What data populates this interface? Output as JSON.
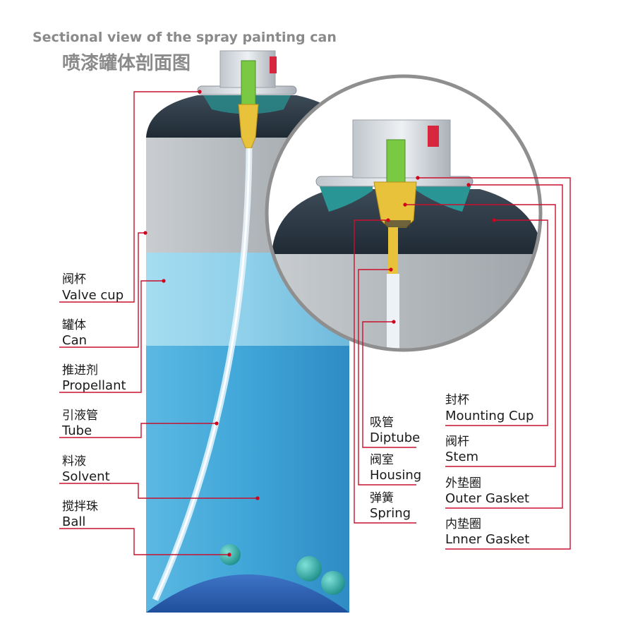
{
  "title": {
    "en": "Sectional view of the spray painting can",
    "cn": "喷漆罐体剖面图"
  },
  "labels_left": [
    {
      "cn": "阀杯",
      "en": "Valve cup"
    },
    {
      "cn": "罐体",
      "en": "Can"
    },
    {
      "cn": "推进剂",
      "en": "Propellant"
    },
    {
      "cn": "引液管",
      "en": "Tube"
    },
    {
      "cn": "料液",
      "en": "Solvent"
    },
    {
      "cn": "搅拌珠",
      "en": "Ball"
    }
  ],
  "labels_mid": [
    {
      "cn": "吸管",
      "en": "Diptube"
    },
    {
      "cn": "阀室",
      "en": "Housing"
    },
    {
      "cn": "弹簧",
      "en": "Spring"
    }
  ],
  "labels_right": [
    {
      "cn": "封杯",
      "en": "Mounting Cup"
    },
    {
      "cn": "阀杆",
      "en": "Stem"
    },
    {
      "cn": "外垫圈",
      "en": "Outer Gasket"
    },
    {
      "cn": "内垫圈",
      "en": "Lnner Gasket"
    }
  ],
  "colors": {
    "leader": "#c8102e",
    "dome": "#2c3946",
    "liquid_light": "#8fd0ea",
    "liquid_dark": "#3a9fd4",
    "gasket": "#2a8a8a",
    "stem": "#7ac943",
    "housing": "#e8c23a"
  }
}
